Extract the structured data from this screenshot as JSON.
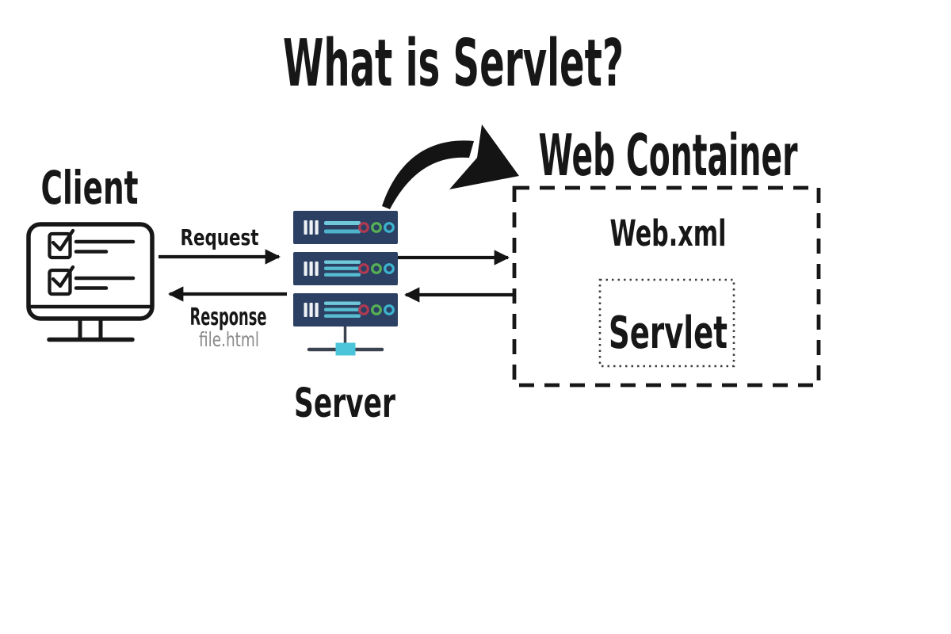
{
  "title": "What is Servlet?",
  "client": {
    "label": "Client",
    "icon": "monitor-checklist-icon",
    "checklist_rows": 2
  },
  "flows": {
    "request_label": "Request",
    "response_label": "Response",
    "response_payload": "file.html"
  },
  "server": {
    "label": "Server",
    "icon": "server-rack-icon",
    "units": 3
  },
  "web_container": {
    "label": "Web Container",
    "web_xml_label": "Web.xml",
    "servlet_label": "Servlet"
  },
  "colors": {
    "background": "#ffffff",
    "text": "#171717",
    "muted_text": "#8a8a8a",
    "arrow_black": "#141414",
    "server_body": "#2b4063",
    "server_bar_white": "#eef1f5",
    "server_line_light": "#6fc9da",
    "server_line_dark": "#4fb2cb",
    "server_line_mid": "#58bdd0",
    "ring_red": "#b13a52",
    "ring_green": "#57b254",
    "ring_cyan": "#3db4cf",
    "stand_teal": "#4cc4d9",
    "stand_gray": "#3a434f"
  }
}
